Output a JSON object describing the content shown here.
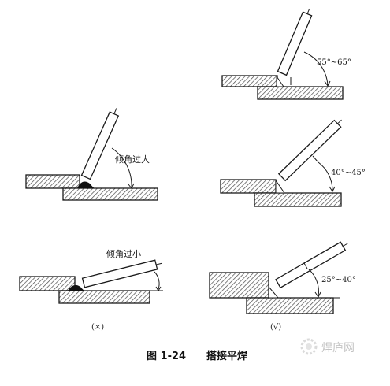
{
  "labels": {
    "bad_too_large": "倾角过大",
    "bad_too_small": "倾角过小",
    "good_angle_1": "55°~65°",
    "good_angle_2": "40°~45°",
    "good_angle_3": "25°~40°",
    "mark_bad": "(×)",
    "mark_good": "(√)"
  },
  "caption": {
    "figure_no": "图 1-24",
    "title": "搭接平焊"
  },
  "watermark": {
    "text": "焊庐网",
    "icon": "gear-logo-icon"
  },
  "colors": {
    "line": "#1a1a1a",
    "hatch": "#4a4a4a",
    "weld": "#111111",
    "watermark": "#c4c4c4"
  }
}
